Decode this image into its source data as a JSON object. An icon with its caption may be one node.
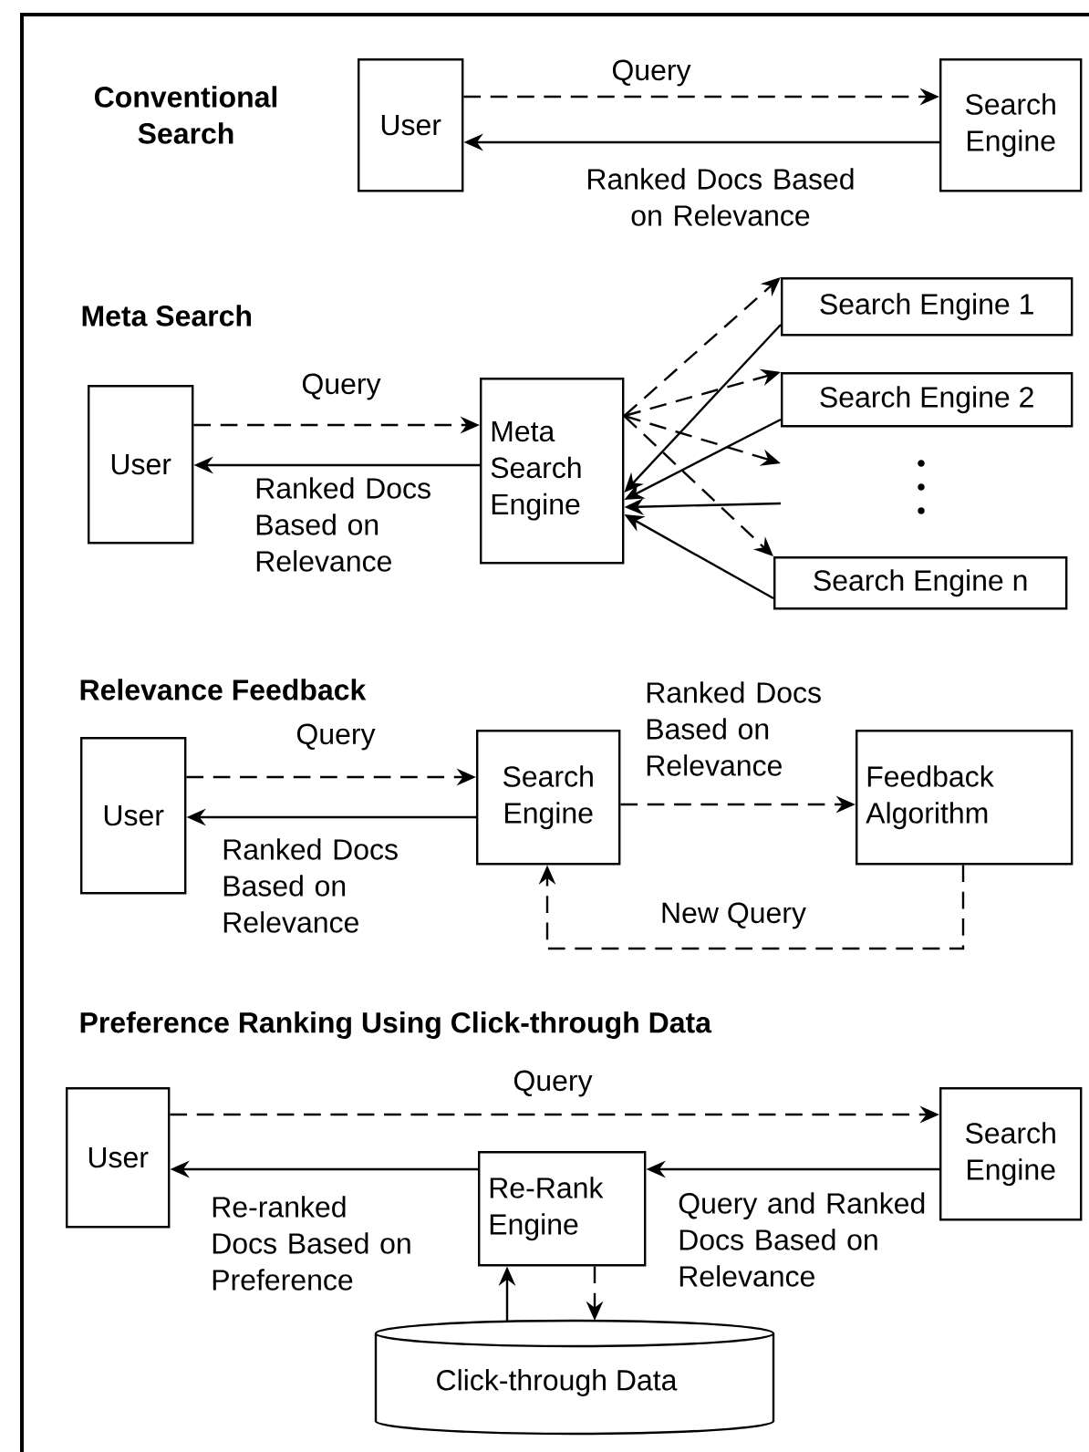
{
  "diagram": {
    "nodes": [
      {
        "text": [
          "User"
        ]
      },
      {
        "text": [
          "Search Engine"
        ]
      },
      {
        "text": [
          "User"
        ]
      },
      {
        "text": [
          "Meta Search Engine"
        ]
      },
      {
        "text": [
          "Search Engine 1"
        ]
      },
      {
        "text": [
          "Search Engine 2"
        ]
      },
      {
        "text": [
          "Search Engine n"
        ]
      },
      {
        "text": [
          "User"
        ]
      },
      {
        "text": [
          "Search Engine"
        ]
      },
      {
        "text": [
          "Feedback Algorithm"
        ]
      },
      {
        "text": [
          "User"
        ]
      },
      {
        "text": [
          "Search Engine"
        ]
      },
      {
        "text": [
          "Re-Rank Engine"
        ]
      },
      {
        "text": [
          "Click-through Data"
        ]
      }
    ],
    "edges": [
      {
        "from": 0,
        "to": 1,
        "arrow": "to",
        "style": "dashed",
        "label": "Query"
      },
      {
        "from": 1,
        "to": 0,
        "arrow": "to",
        "label": "Ranked Docs Based on Relevance"
      },
      {
        "from": 2,
        "to": 3,
        "arrow": "to",
        "style": "dashed",
        "label": "Query"
      },
      {
        "from": 3,
        "to": 2,
        "arrow": "to",
        "label": "Ranked Docs Based on Relevance"
      },
      {
        "from": 3,
        "to": 4,
        "arrow": "to",
        "style": "dashed"
      },
      {
        "from": 3,
        "to": 5,
        "arrow": "to",
        "style": "dashed"
      },
      {
        "from": 3,
        "to": null,
        "arrow": "to",
        "style": "dashed"
      },
      {
        "from": 3,
        "to": 6,
        "arrow": "to",
        "style": "dashed"
      },
      {
        "from": 4,
        "to": 3,
        "arrow": "to"
      },
      {
        "from": 5,
        "to": 3,
        "arrow": "to"
      },
      {
        "from": null,
        "to": 3,
        "arrow": "to"
      },
      {
        "from": 6,
        "to": 3,
        "arrow": "to"
      },
      {
        "from": 7,
        "to": 8,
        "arrow": "to",
        "style": "dashed",
        "label": "Query"
      },
      {
        "from": 8,
        "to": 7,
        "arrow": "to",
        "label": "Ranked Docs Based on Relevance"
      },
      {
        "from": 8,
        "to": 9,
        "arrow": "to",
        "style": "dashed",
        "label": "Ranked Docs Based on Relevance"
      },
      {
        "from": 9,
        "to": 8,
        "arrow": "to",
        "style": "dashed",
        "label": "New Query"
      },
      {
        "from": 10,
        "to": 11,
        "arrow": "to",
        "style": "dashed",
        "label": "Query"
      },
      {
        "from": 11,
        "to": 12,
        "arrow": "to",
        "label": "Query and Ranked Docs Based on Relevance"
      },
      {
        "from": 12,
        "to": 10,
        "arrow": "to",
        "label": "Re-ranked Docs Based on Preference"
      },
      {
        "from": 13,
        "to": 12,
        "arrow": "to"
      },
      {
        "from": 12,
        "to": 13,
        "arrow": "to",
        "style": "dashed"
      }
    ],
    "labels": [
      "Conventional Search",
      "Meta Search",
      "Relevance Feedback",
      "Preference Ranking Using Click-through Data"
    ]
  }
}
